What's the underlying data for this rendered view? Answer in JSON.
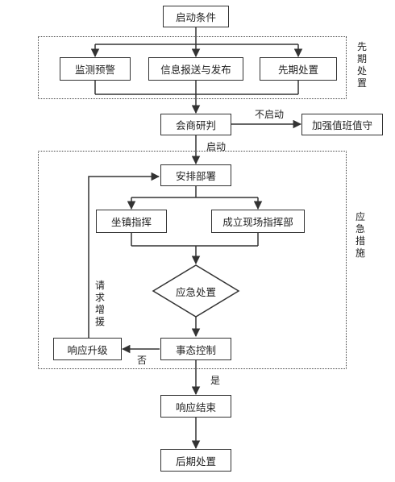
{
  "nodes": {
    "start_conditions": "启动条件",
    "monitor_warning": "监测预警",
    "info_report": "信息报送与发布",
    "early_handling": "先期处置",
    "consultation": "会商研判",
    "strengthen_duty": "加强值班值守",
    "arrangement": "安排部署",
    "sit_in_command": "坐镇指挥",
    "field_command": "成立现场指挥部",
    "emergency_handling": "应急处置",
    "response_upgrade": "响应升级",
    "situation_control": "事态控制",
    "response_end": "响应结束",
    "aftermath": "后期处置"
  },
  "regions": {
    "early_phase": "先期处置",
    "emergency_measures": "应急措施"
  },
  "edge_labels": {
    "not_start": "不启动",
    "start": "启动",
    "request_support": "请求增援",
    "no": "否",
    "yes": "是"
  }
}
